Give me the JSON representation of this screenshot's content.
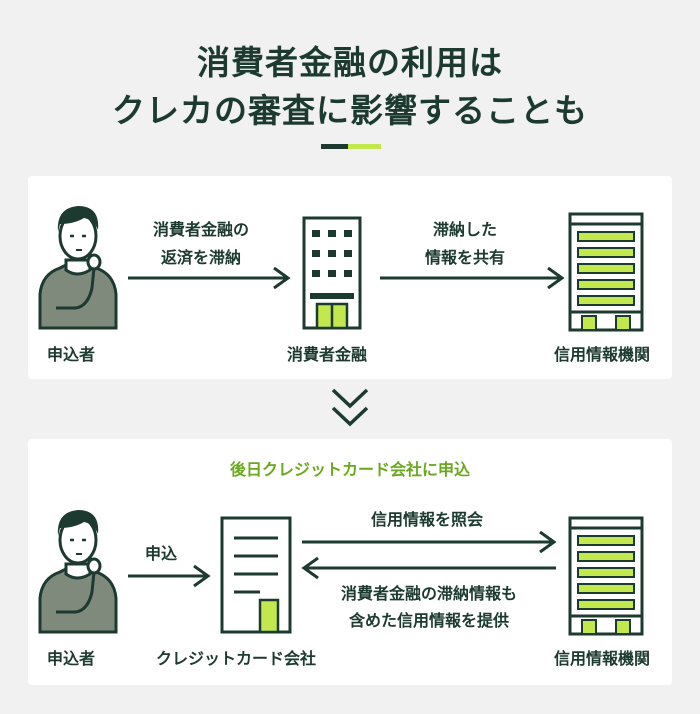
{
  "title": {
    "line1": "消費者金融の利用は",
    "line2": "クレカの審査に影響することも"
  },
  "colors": {
    "dark": "#1c3a2f",
    "accent": "#c2e84e",
    "green_text": "#6aa81e",
    "panel": "#ffffff",
    "background": "#f0f1f0"
  },
  "panel1": {
    "applicant_label": "申込者",
    "arrow1_line1": "消費者金融の",
    "arrow1_line2": "返済を滞納",
    "lender_label": "消費者金融",
    "arrow2_line1": "滞納した",
    "arrow2_line2": "情報を共有",
    "bureau_label": "信用情報機関"
  },
  "panel2": {
    "heading": "後日クレジットカード会社に申込",
    "applicant_label": "申込者",
    "arrow1_label": "申込",
    "card_company_label": "クレジットカード会社",
    "arrow_right_label": "信用情報を照会",
    "arrow_left_line1": "消費者金融の滞納情報も",
    "arrow_left_line2": "含めた信用情報を提供",
    "bureau_label": "信用情報機関"
  },
  "icons": {
    "person": "person-thinking-icon",
    "lender_building": "office-building-icon",
    "bureau_building": "bureau-building-icon",
    "card_company": "document-building-icon",
    "chevron": "double-chevron-down-icon"
  }
}
